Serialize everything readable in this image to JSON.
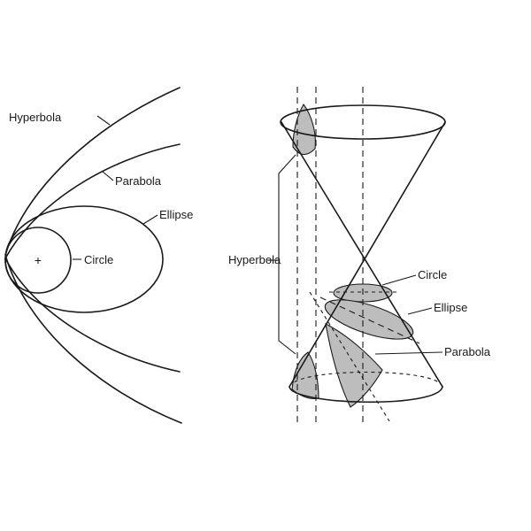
{
  "left_diagram": {
    "labels": {
      "hyperbola": "Hyperbola",
      "parabola": "Parabola",
      "ellipse": "Ellipse",
      "circle": "Circle",
      "focus": "+"
    }
  },
  "right_diagram": {
    "labels": {
      "hyperbola": "Hyperbola",
      "circle": "Circle",
      "ellipse": "Ellipse",
      "parabola": "Parabola"
    }
  },
  "colors": {
    "ink": "#1a1a1a",
    "shade": "#bdbdbd",
    "background": "#ffffff"
  }
}
